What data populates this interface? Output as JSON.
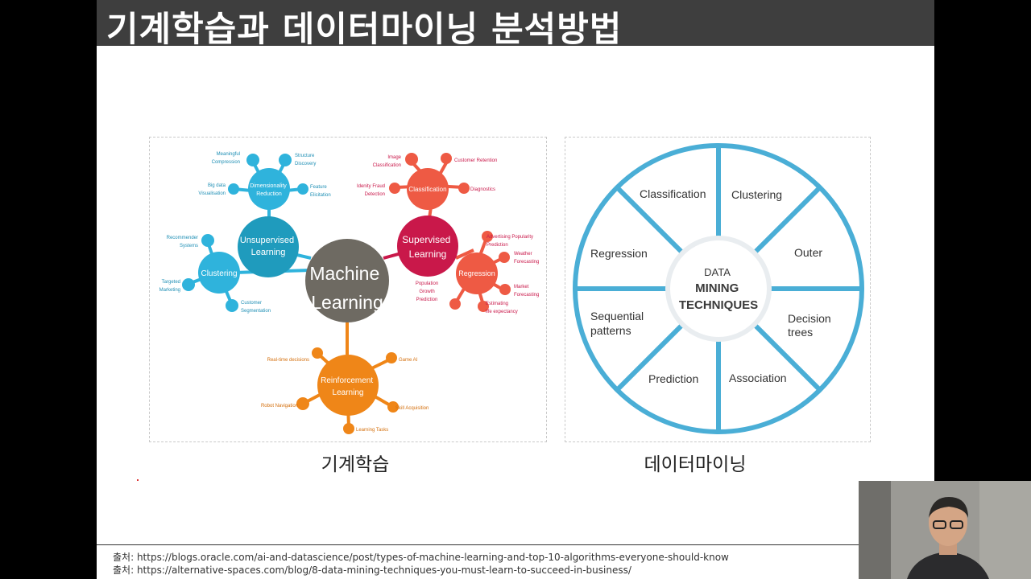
{
  "title": "기계학습과 데이터마이닝 분석방법",
  "ml_diagram": {
    "center": [
      "Machine",
      "Learning"
    ],
    "unsupervised": {
      "label": [
        "Unsupervised",
        "Learning"
      ],
      "dimensionality": [
        "Dimensionality",
        "Reduction"
      ],
      "dim_leaves": {
        "meaningful": [
          "Meaningful",
          "Compression"
        ],
        "structure": [
          "Structure",
          "Discovery"
        ],
        "bigdata": [
          "Big data",
          "Visualisation"
        ],
        "feature": [
          "Feature",
          "Elicitation"
        ]
      },
      "clustering": "Clustering",
      "clu_leaves": {
        "recommender": [
          "Recommender",
          "Systems"
        ],
        "targeted": [
          "Targeted",
          "Marketing"
        ],
        "customer": [
          "Customer",
          "Segmentation"
        ]
      }
    },
    "supervised": {
      "label": [
        "Supervised",
        "Learning"
      ],
      "classification": "Classification",
      "cls_leaves": {
        "image": [
          "Image",
          "Classification"
        ],
        "retention": "Customer Retention",
        "fraud": [
          "Idenity Fraud",
          "Detection"
        ],
        "diagnostics": "Diagnostics"
      },
      "regression": "Regression",
      "reg_leaves": {
        "advertising": [
          "Advertising Popularity",
          "Prediction"
        ],
        "weather": [
          "Weather",
          "Forecasting"
        ],
        "population": [
          "Population",
          "Growth",
          "Prediction"
        ],
        "market": [
          "Market",
          "Forecasting"
        ],
        "estimating": [
          "Estimating",
          "life expectancy"
        ]
      }
    },
    "reinforcement": {
      "label": [
        "Reinforcement",
        "Learning"
      ],
      "leaves": {
        "realtime": "Real-time decisions",
        "game": "Game AI",
        "robot": "Robot Navigation",
        "skill": "Skill Acquisition",
        "tasks": "Learning Tasks"
      }
    }
  },
  "dm_wheel": {
    "center": [
      "DATA",
      "MINING",
      "TECHNIQUES"
    ],
    "segments": {
      "classification": "Classification",
      "clustering": "Clustering",
      "regression": "Regression",
      "outer": "Outer",
      "sequential": [
        "Sequential",
        "patterns"
      ],
      "decision": [
        "Decision",
        "trees"
      ],
      "prediction": "Prediction",
      "association": "Association"
    }
  },
  "captions": {
    "ml": "기계학습",
    "dm": "데이터마이닝"
  },
  "sources": [
    "출처: https://blogs.oracle.com/ai-and-datascience/post/types-of-machine-learning-and-top-10-algorithms-everyone-should-know",
    "출처: https://alternative-spaces.com/blog/8-data-mining-techniques-you-must-learn-to-succeed-in-business/"
  ],
  "colors": {
    "title_bar": "#3e3e3e",
    "center_node": "#6e6a62",
    "unsupervised": "#1f9bbd",
    "sub_blue": "#2fb3dc",
    "supervised": "#c9184a",
    "sub_red": "#ee5a44",
    "reinforcement": "#ef8618",
    "wheel": "#4aaed6"
  }
}
